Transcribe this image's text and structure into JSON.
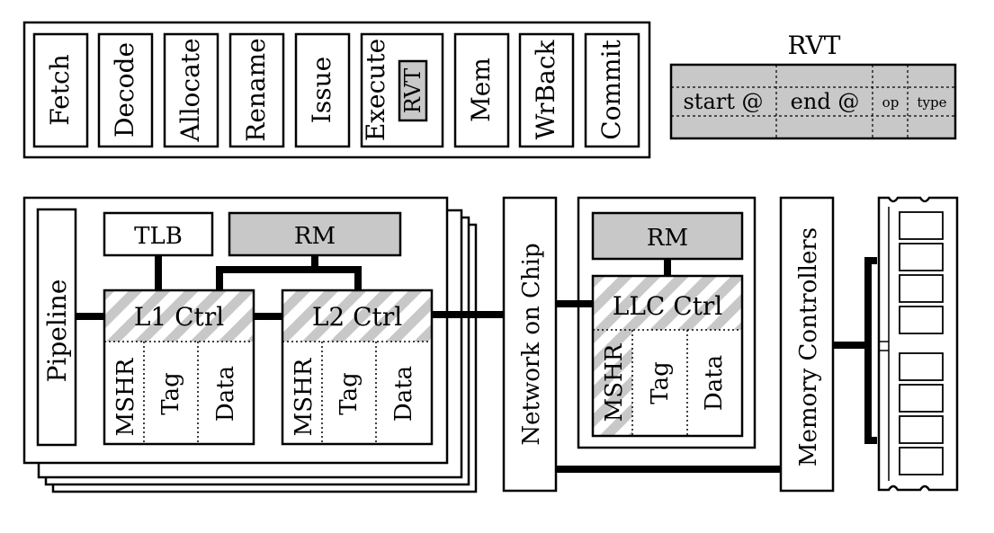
{
  "pipeline_stages": {
    "fetch": "Fetch",
    "decode": "Decode",
    "allocate": "Allocate",
    "rename": "Rename",
    "issue": "Issue",
    "execute": "Execute",
    "execute_rvt": "RVT",
    "mem": "Mem",
    "wrback": "WrBack",
    "commit": "Commit"
  },
  "rvt_table": {
    "title": "RVT",
    "columns": [
      "start @",
      "end @",
      "op",
      "type"
    ]
  },
  "core": {
    "tlb": "TLB",
    "rm": "RM",
    "pipeline": "Pipeline",
    "l1_ctrl": "L1 Ctrl",
    "l2_ctrl": "L2 Ctrl",
    "l1_cells": [
      "MSHR",
      "Tag",
      "Data"
    ],
    "l2_cells": [
      "MSHR",
      "Tag",
      "Data"
    ]
  },
  "network_on_chip": "Network on Chip",
  "llc": {
    "rm": "RM",
    "ctrl": "LLC Ctrl",
    "cells": [
      "MSHR",
      "Tag",
      "Data"
    ]
  },
  "memory_controllers": "Memory Controllers",
  "colors": {
    "stroke": "#000000",
    "gray_fill": "#c8c8c8",
    "hatch": "#c8c8c8"
  }
}
